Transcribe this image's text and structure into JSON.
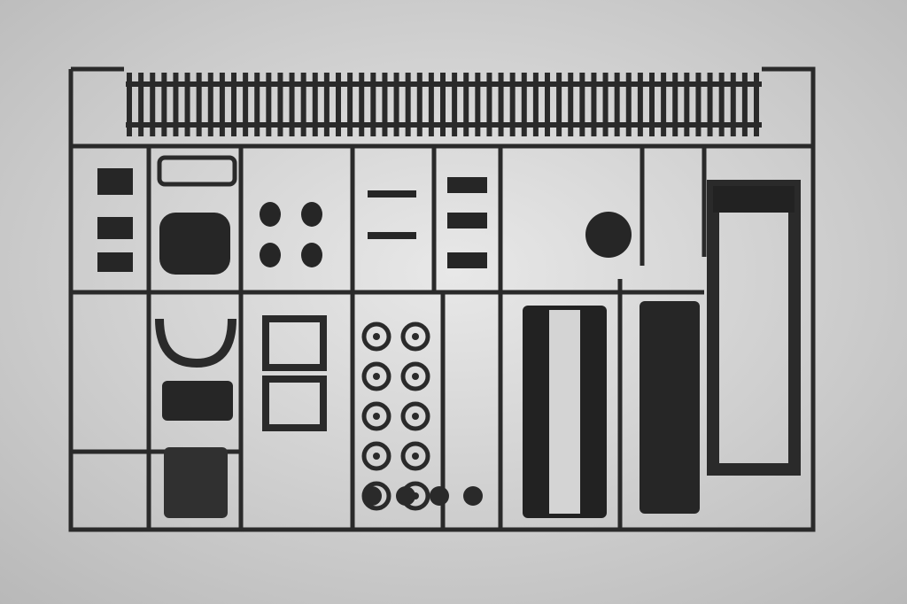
{
  "photo": {
    "subject": "model-kit-sprue",
    "colors": {
      "background_center": "#e6e6e6",
      "background_edge": "#bdbdbd",
      "plastic": "#2a2a2a",
      "plastic_highlight": "#555555"
    },
    "wheel_rows": 5,
    "wheel_columns": 2,
    "track_ties": 55
  }
}
